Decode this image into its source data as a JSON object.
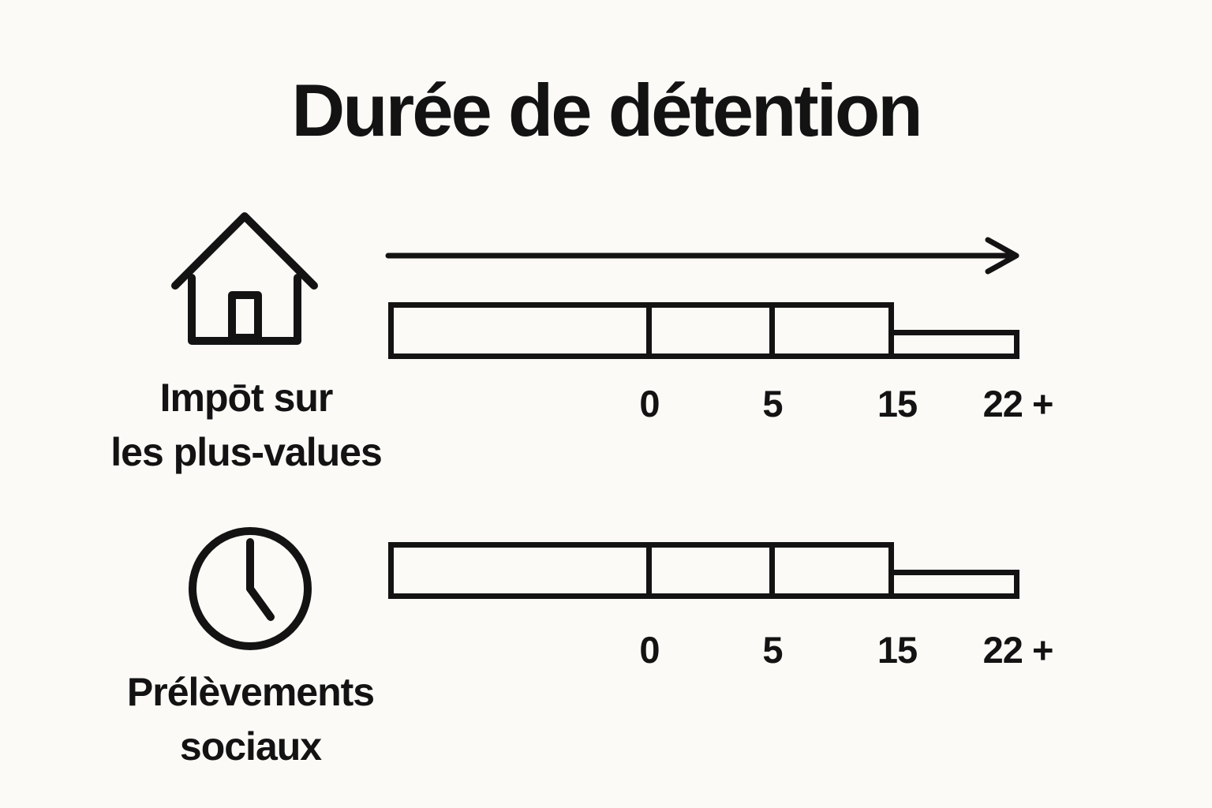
{
  "title": "Durée de détention",
  "colors": {
    "ink": "#131313",
    "background": "#fbfaf7"
  },
  "ticks": [
    "0",
    "5",
    "15",
    "22 +"
  ],
  "rows": [
    {
      "icon": "house-icon",
      "label_line1": "Impōt sur",
      "label_line2": "les plus-values"
    },
    {
      "icon": "clock-icon",
      "label_line1": "Prélèvements",
      "label_line2": "sociaux"
    }
  ],
  "bars": {
    "segments": [
      {
        "from": "start",
        "to": "0",
        "height": "tall"
      },
      {
        "from": "0",
        "to": "5",
        "height": "tall"
      },
      {
        "from": "5",
        "to": "15",
        "height": "tall"
      },
      {
        "from": "15",
        "to": "22 +",
        "height": "short"
      }
    ]
  }
}
